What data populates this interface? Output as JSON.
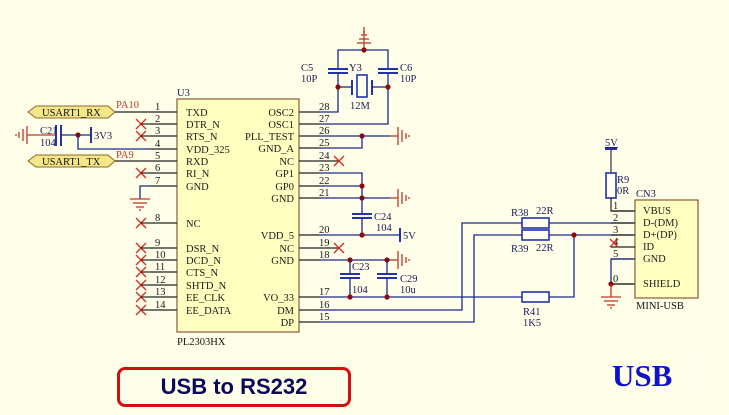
{
  "schematic": {
    "title_box": "USB to RS232",
    "section_label": "USB",
    "ic": {
      "ref": "U3",
      "part": "PL2303HX",
      "left_pins": [
        {
          "num": "1",
          "name": "TXD",
          "nc": false
        },
        {
          "num": "2",
          "name": "DTR_N",
          "nc": true
        },
        {
          "num": "3",
          "name": "RTS_N",
          "nc": true
        },
        {
          "num": "4",
          "name": "VDD_325",
          "nc": false
        },
        {
          "num": "5",
          "name": "RXD",
          "nc": false
        },
        {
          "num": "6",
          "name": "RI_N",
          "nc": true
        },
        {
          "num": "7",
          "name": "GND",
          "nc": false
        },
        {
          "num": "8",
          "name": "NC",
          "nc": true
        },
        {
          "num": "9",
          "name": "DSR_N",
          "nc": true
        },
        {
          "num": "10",
          "name": "DCD_N",
          "nc": true
        },
        {
          "num": "11",
          "name": "CTS_N",
          "nc": true
        },
        {
          "num": "12",
          "name": "SHTD_N",
          "nc": true
        },
        {
          "num": "13",
          "name": "EE_CLK",
          "nc": true
        },
        {
          "num": "14",
          "name": "EE_DATA",
          "nc": true
        }
      ],
      "right_pins": [
        {
          "num": "28",
          "name": "OSC2",
          "nc": false
        },
        {
          "num": "27",
          "name": "OSC1",
          "nc": false
        },
        {
          "num": "26",
          "name": "PLL_TEST",
          "nc": false
        },
        {
          "num": "25",
          "name": "GND_A",
          "nc": false
        },
        {
          "num": "24",
          "name": "NC",
          "nc": true
        },
        {
          "num": "23",
          "name": "GP1",
          "nc": false
        },
        {
          "num": "22",
          "name": "GP0",
          "nc": false
        },
        {
          "num": "21",
          "name": "GND",
          "nc": false
        },
        {
          "num": "20",
          "name": "VDD_5",
          "nc": false
        },
        {
          "num": "19",
          "name": "NC",
          "nc": true
        },
        {
          "num": "18",
          "name": "GND",
          "nc": false
        },
        {
          "num": "17",
          "name": "VO_33",
          "nc": false
        },
        {
          "num": "16",
          "name": "DM",
          "nc": false
        },
        {
          "num": "15",
          "name": "DP",
          "nc": false
        }
      ]
    },
    "net_labels": {
      "rx": "USART1_RX",
      "tx": "USART1_TX",
      "pa10": "PA10",
      "pa9": "PA9",
      "v33": "3V3",
      "v5a": "5V",
      "v5b": "5V"
    },
    "components": {
      "c21": {
        "ref": "C21",
        "value": "104"
      },
      "c5": {
        "ref": "C5",
        "value": "10P"
      },
      "c6": {
        "ref": "C6",
        "value": "10P"
      },
      "y3": {
        "ref": "Y3",
        "value": "12M"
      },
      "c24": {
        "ref": "C24",
        "value": "104"
      },
      "c23": {
        "ref": "C23",
        "value": "104"
      },
      "c29": {
        "ref": "C29",
        "value": "10u"
      },
      "r38": {
        "ref": "R38",
        "value": "22R"
      },
      "r39": {
        "ref": "R39",
        "value": "22R"
      },
      "r41": {
        "ref": "R41",
        "value": "1K5"
      },
      "r9": {
        "ref": "R9",
        "value": "0R"
      }
    },
    "connector": {
      "ref": "CN3",
      "part": "MINI-USB",
      "pins": [
        {
          "num": "1",
          "name": "VBUS"
        },
        {
          "num": "2",
          "name": "D-(DM)"
        },
        {
          "num": "3",
          "name": "D+(DP)"
        },
        {
          "num": "4",
          "name": "ID"
        },
        {
          "num": "5",
          "name": "GND"
        },
        {
          "num": "0",
          "name": "SHIELD"
        }
      ]
    }
  }
}
